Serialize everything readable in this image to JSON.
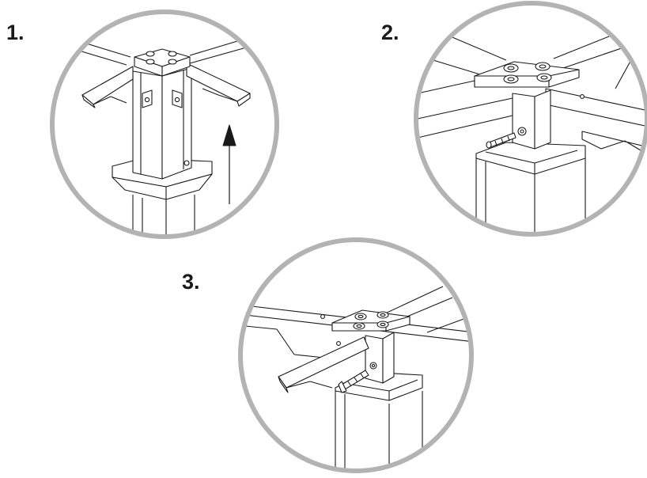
{
  "steps": [
    {
      "number": "1."
    },
    {
      "number": "2."
    },
    {
      "number": "3."
    }
  ],
  "colors": {
    "circle_ring": "#b3b3b3",
    "line_art": "#1a1a1a",
    "background": "#ffffff"
  },
  "icons": [
    "upward-arrow-icon",
    "screw-icon"
  ]
}
